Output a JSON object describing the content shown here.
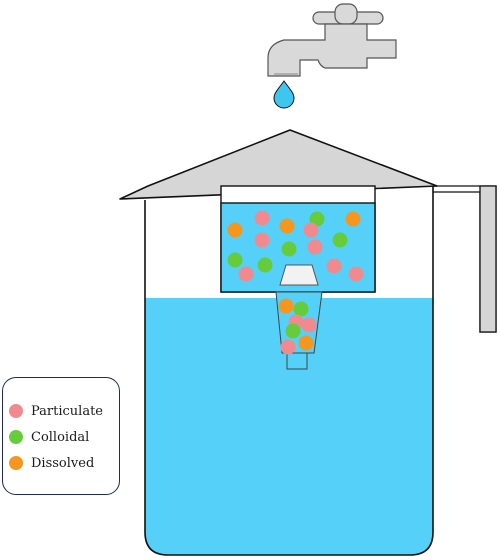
{
  "legend": {
    "items": [
      {
        "label": "Particulate",
        "color": "#f08a8e"
      },
      {
        "label": "Colloidal",
        "color": "#66cc3c"
      },
      {
        "label": "Dissolved",
        "color": "#f5961e"
      }
    ]
  },
  "colors": {
    "water": "#55d0f8",
    "roof": "#d6d6d6",
    "faucet": "#d9d9d9",
    "outline": "#111111",
    "drop": "#3fc6ee",
    "filter_cup": "#f2f2f2",
    "legend_border": "#1f2a5a"
  },
  "icons": {
    "faucet": "faucet-icon",
    "water_drop": "water-drop-icon"
  }
}
